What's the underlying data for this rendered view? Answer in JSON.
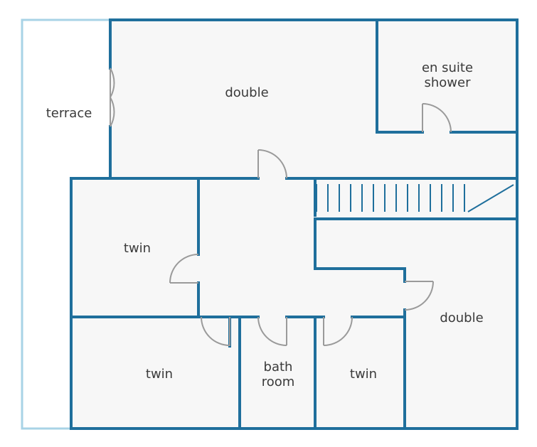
{
  "colors": {
    "wall": "#1f6f9c",
    "terrace_edge": "#a8d3e6",
    "floor": "#f7f7f7",
    "door": "#9a9a9a",
    "label": "#3a3a3a"
  },
  "rooms": {
    "terrace": "terrace",
    "double_top": "double",
    "ensuite_line1": "en suite",
    "ensuite_line2": "shower",
    "twin_left": "twin",
    "twin_bottom_left": "twin",
    "bathroom_line1": "bath",
    "bathroom_line2": "room",
    "twin_bottom_mid": "twin",
    "double_right": "double"
  }
}
